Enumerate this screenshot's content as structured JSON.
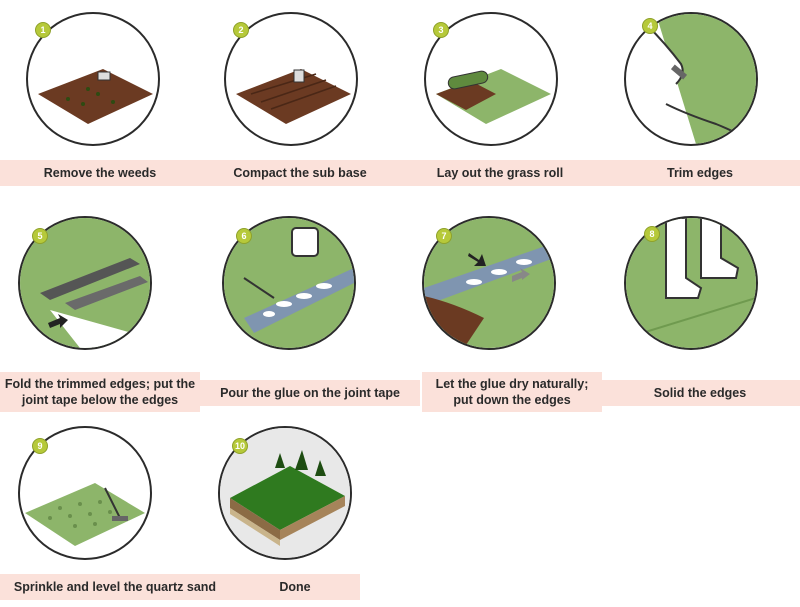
{
  "steps": [
    {
      "number": "1",
      "caption": "Remove the weeds"
    },
    {
      "number": "2",
      "caption": "Compact  the sub base"
    },
    {
      "number": "3",
      "caption": "Lay out the grass roll"
    },
    {
      "number": "4",
      "caption": "Trim  edges"
    },
    {
      "number": "5",
      "caption": "Fold the trimmed edges; put the joint tape below the edges"
    },
    {
      "number": "6",
      "caption": "Pour  the glue on the joint tape"
    },
    {
      "number": "7",
      "caption": "Let  the glue dry naturally; put down the edges"
    },
    {
      "number": "8",
      "caption": "Solid  the edges"
    },
    {
      "number": "9",
      "caption": "Sprinkle and level the quartz sand"
    },
    {
      "number": "10",
      "caption": "Done"
    }
  ],
  "colors": {
    "grass": "#8db56a",
    "soil": "#6b3a22",
    "caption_bg": "#fbe1da",
    "badge": "#b6c93a"
  }
}
